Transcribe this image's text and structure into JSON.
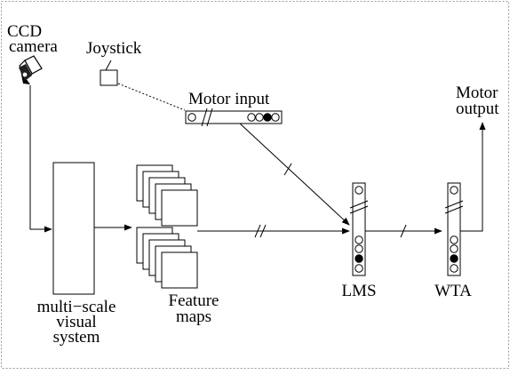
{
  "labels": {
    "ccd_line1": "CCD",
    "ccd_line2": "camera",
    "joystick": "Joystick",
    "motor_input": "Motor input",
    "motor_output_line1": "Motor",
    "motor_output_line2": "output",
    "visual_line1": "multi−scale",
    "visual_line2": "visual",
    "visual_line3": "system",
    "feature_line1": "Feature",
    "feature_line2": "maps",
    "lms": "LMS",
    "wta": "WTA"
  },
  "colors": {
    "stroke": "#000000",
    "frame": "#9a9a9a",
    "background": "#ffffff"
  }
}
